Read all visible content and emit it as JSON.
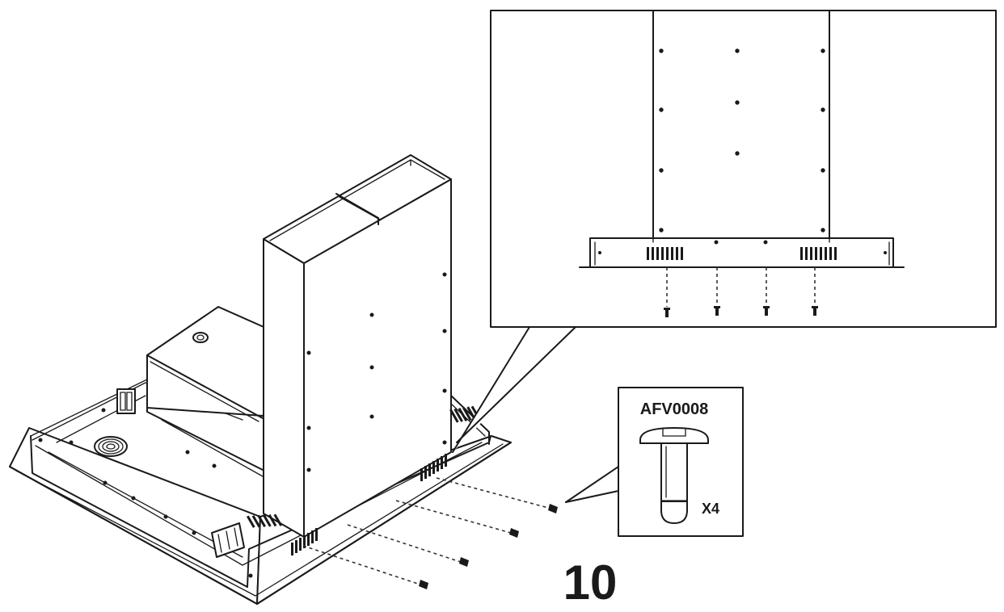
{
  "diagram": {
    "step_number": "10",
    "part_code": "AFV0008",
    "quantity": "X4",
    "colors": {
      "line": "#1a1a1a",
      "background": "#ffffff"
    },
    "icons": {
      "part": "screw-icon"
    }
  }
}
